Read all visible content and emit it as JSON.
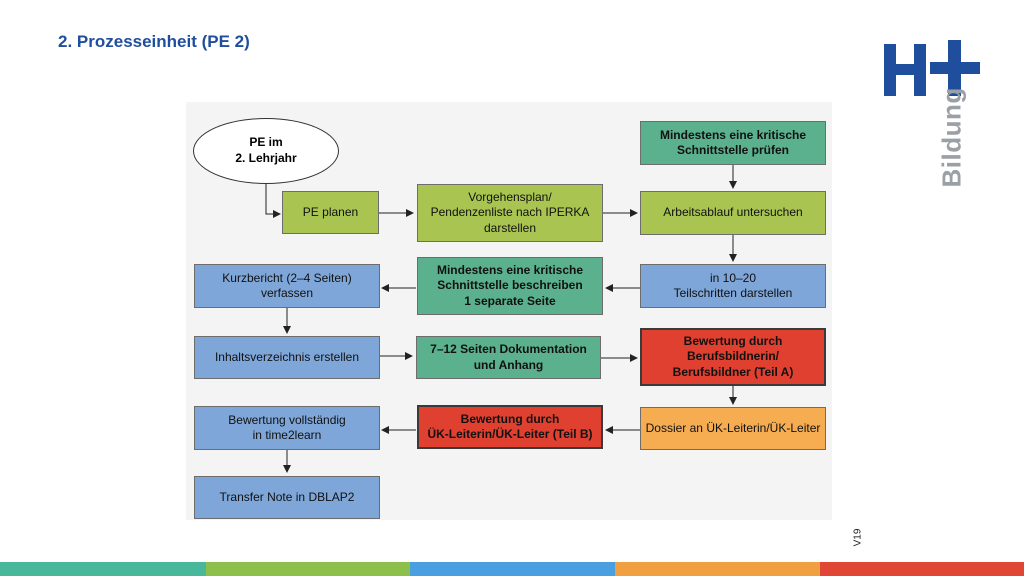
{
  "slide": {
    "title": "2. Prozesseinheit (PE 2)",
    "version": "V19"
  },
  "logo": {
    "mark": "H+",
    "word": "Bildung",
    "color_mark": "#1f4e9c",
    "color_word": "#9aa0a6"
  },
  "colors": {
    "blue": "#7ea6d8",
    "olive": "#a9c451",
    "teal": "#5bb08e",
    "red": "#e04030",
    "orange": "#f6ad52",
    "stripes": [
      "#48b89a",
      "#8dc04a",
      "#4a9fe0",
      "#f0a040",
      "#e04535"
    ]
  },
  "flow": {
    "start": "PE im\n2. Lehrjahr",
    "pe_planen": "PE planen",
    "vorgehensplan": "Vorgehensplan/\nPendenzenliste nach IPERKA\ndarstellen",
    "schnittstelle_pruefen": "Mindestens eine kritische\nSchnittstelle prüfen",
    "arbeitsablauf": "Arbeitsablauf untersuchen",
    "teilschritte": "in 10–20\nTeilschritten darstellen",
    "schnittstelle_beschreiben": "Mindestens eine kritische\nSchnittstelle beschreiben\n1 separate Seite",
    "kurzbericht": "Kurzbericht (2–4 Seiten)\nverfassen",
    "inhaltsverzeichnis": "Inhaltsverzeichnis erstellen",
    "dokumentation": "7–12 Seiten Dokumentation\nund Anhang",
    "bewertung_a": "Bewertung durch\nBerufsbildnerin/\nBerufsbildner (Teil A)",
    "dossier": "Dossier an ÜK-Leiterin/ÜK-Leiter",
    "bewertung_b": "Bewertung durch\nÜK-Leiterin/ÜK-Leiter (Teil B)",
    "time2learn": "Bewertung vollständig\nin time2learn",
    "dblap": "Transfer Note in DBLAP2"
  }
}
